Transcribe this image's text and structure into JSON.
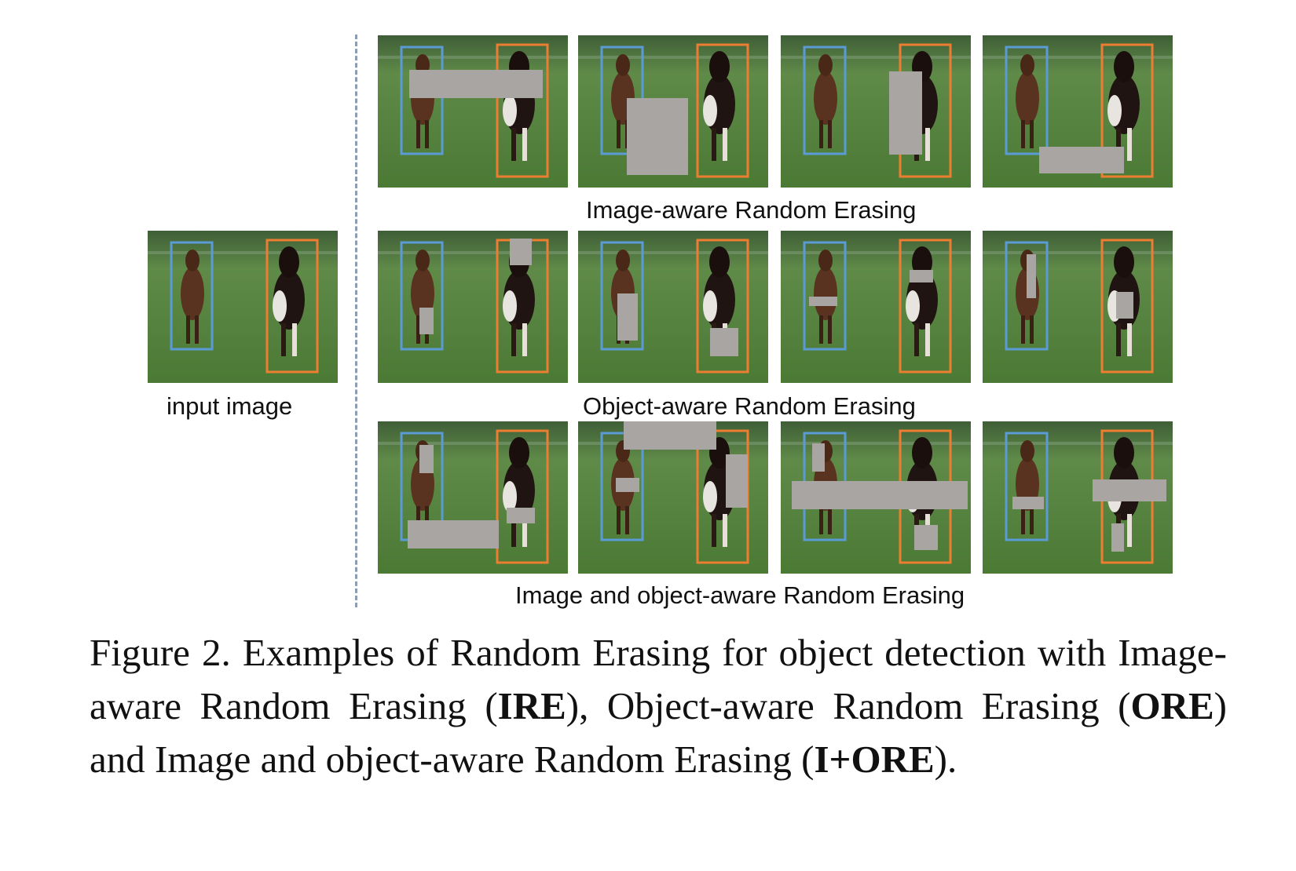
{
  "input_label": "input image",
  "rows": [
    {
      "label": "Image-aware Random Erasing"
    },
    {
      "label": "Object-aware Random Erasing"
    },
    {
      "label": "Image and object-aware Random Erasing"
    }
  ],
  "caption": {
    "p1": "Figure 2. Examples of Random Erasing for object detection with Image-aware Random Erasing (",
    "b1": "IRE",
    "p2": "), Object-aware Random Erasing (",
    "b2": "ORE",
    "p3": ") and Image and object-aware Random Erasing (",
    "b3": "I+ORE",
    "p4": ")."
  },
  "colors": {
    "blue_box": "#5b9bd5",
    "orange_box": "#ed7d31",
    "erase_patch": "#a8a5a3",
    "grass": "#4e7a3a",
    "divider": "#8b9cb3"
  }
}
